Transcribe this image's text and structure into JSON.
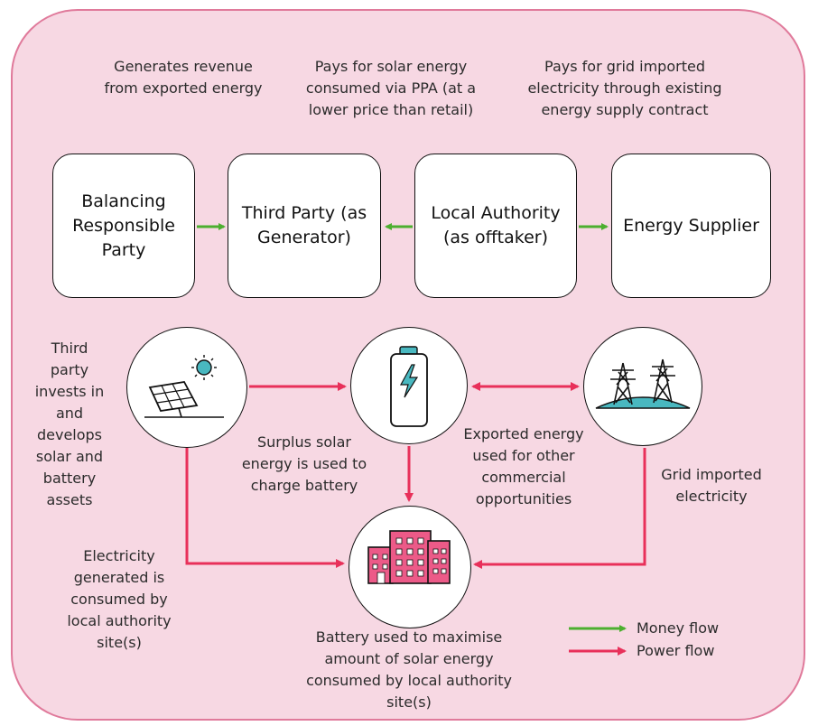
{
  "colors": {
    "panel": "#f7d8e3",
    "money": "#4caf2f",
    "power": "#e8305a",
    "building": "#ec5a88",
    "teal": "#49b8c0"
  },
  "captions": {
    "brp_revenue": "Generates revenue from exported energy",
    "ppa": "Pays for solar energy consumed via PPA (at a lower price than retail)",
    "grid_contract": "Pays for grid imported electricity through existing energy supply contract"
  },
  "boxes": {
    "brp": "Balancing Responsible Party",
    "third_party": "Third Party (as Generator)",
    "local_authority": "Local Authority (as offtaker)",
    "energy_supplier": "Energy Supplier"
  },
  "labels": {
    "invests": "Third party invests in and develops solar and battery assets",
    "surplus": "Surplus solar energy is used to charge battery",
    "exported": "Exported energy used for other commercial opportunities",
    "grid_imported": "Grid imported electricity",
    "generated": "Electricity generated is consumed by local authority site(s)",
    "battery_used": "Battery used to maximise amount of solar energy consumed by local authority site(s)"
  },
  "legend": {
    "money": "Money flow",
    "power": "Power flow"
  },
  "icons": {
    "solar": "solar-panel-sun-icon",
    "battery": "battery-charging-icon",
    "grid": "transmission-tower-icon",
    "building": "buildings-icon"
  }
}
